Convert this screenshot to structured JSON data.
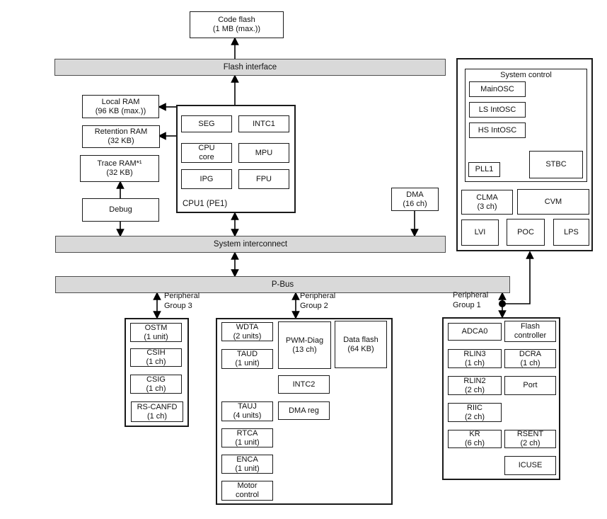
{
  "colors": {
    "bar_fill": "#d9d9d9",
    "bar_border": "#4d4d4d",
    "box_border": "#1a1a1a",
    "line": "#000000",
    "background": "#ffffff"
  },
  "memory": {
    "code_flash": [
      "Code flash",
      "(1 MB (max.))"
    ],
    "local_ram": [
      "Local RAM",
      "(96 KB (max.))"
    ],
    "retention_ram": [
      "Retention RAM",
      "(32 KB)"
    ],
    "trace_ram": [
      "Trace RAM*¹",
      "(32 KB)"
    ],
    "debug": "Debug"
  },
  "buses": {
    "flash_interface": "Flash interface",
    "system_interconnect": "System interconnect",
    "p_bus": "P-Bus"
  },
  "cpu1": {
    "label": "CPU1 (PE1)",
    "seg": "SEG",
    "intc1": "INTC1",
    "cpu_core": [
      "CPU",
      "core"
    ],
    "mpu": "MPU",
    "ipg": "IPG",
    "fpu": "FPU"
  },
  "dma": [
    "DMA",
    "(16 ch)"
  ],
  "system_control": {
    "title": "System control",
    "mainosc": "MainOSC",
    "ls_intosc": "LS IntOSC",
    "hs_intosc": "HS IntOSC",
    "pll1": "PLL1",
    "stbc": "STBC",
    "clma": [
      "CLMA",
      "(3 ch)"
    ],
    "cvm": "CVM",
    "lvi": "LVI",
    "poc": "POC",
    "lps": "LPS"
  },
  "groups": {
    "g3": {
      "label": [
        "Peripheral",
        "Group 3"
      ],
      "ostm": [
        "OSTM",
        "(1 unit)"
      ],
      "csih": [
        "CSIH",
        "(1 ch)"
      ],
      "csig": [
        "CSIG",
        "(1 ch)"
      ],
      "rs_canfd": [
        "RS-CANFD",
        "(1 ch)"
      ]
    },
    "g2": {
      "label": [
        "Peripheral",
        "Group 2"
      ],
      "wdta": [
        "WDTA",
        "(2 units)"
      ],
      "taud": [
        "TAUD",
        "(1 unit)"
      ],
      "pwm_diag": [
        "PWM-Diag",
        "(13 ch)"
      ],
      "data_flash": [
        "Data flash",
        "(64 KB)"
      ],
      "intc2": "INTC2",
      "dma_reg": "DMA reg",
      "tauj": [
        "TAUJ",
        "(4 units)"
      ],
      "rtca": [
        "RTCA",
        "(1 unit)"
      ],
      "enca": [
        "ENCA",
        "(1 unit)"
      ],
      "motor_control": [
        "Motor",
        "control"
      ]
    },
    "g1": {
      "label": [
        "Peripheral",
        "Group 1"
      ],
      "adca0": "ADCA0",
      "flash_controller": [
        "Flash",
        "controller"
      ],
      "rlin3": [
        "RLIN3",
        "(1 ch)"
      ],
      "dcra": [
        "DCRA",
        "(1 ch)"
      ],
      "rlin2": [
        "RLIN2",
        "(2 ch)"
      ],
      "port": "Port",
      "riic": [
        "RIIC",
        "(2 ch)"
      ],
      "kr": [
        "KR",
        "(6 ch)"
      ],
      "rsent": [
        "RSENT",
        "(2 ch)"
      ],
      "icuse": "ICUSE"
    }
  }
}
